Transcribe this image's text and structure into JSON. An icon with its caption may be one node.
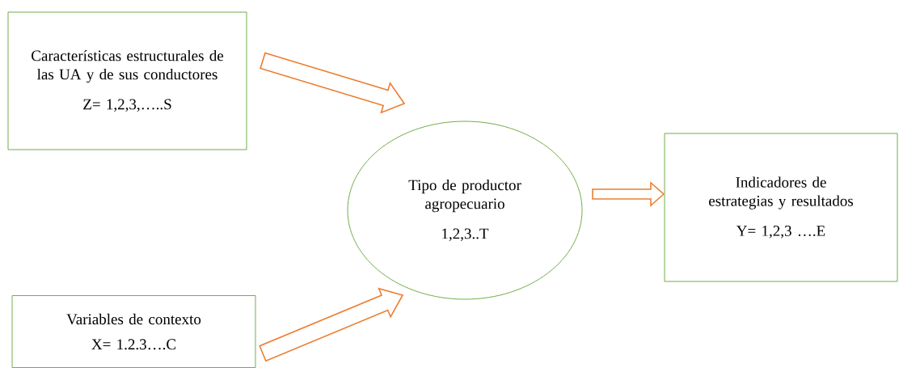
{
  "diagram": {
    "nodes": [
      {
        "text": [
          "Características estructurales de las UA y de sus conductores",
          "Z= 1,2,3,…..S"
        ]
      },
      {
        "text": [
          "Tipo de productor agropecuario",
          "1,2,3..T"
        ]
      },
      {
        "text": [
          "Indicadores de estrategias y resultados",
          "Y= 1,2,3 ….E"
        ]
      },
      {
        "text": [
          "Variables de contexto",
          "X= 1.2.3….C"
        ]
      }
    ],
    "edges": [
      {
        "from": 0,
        "to": 1,
        "arrow": "to"
      },
      {
        "from": 3,
        "to": 1,
        "arrow": "to"
      },
      {
        "from": 1,
        "to": 2,
        "arrow": "to"
      }
    ]
  }
}
